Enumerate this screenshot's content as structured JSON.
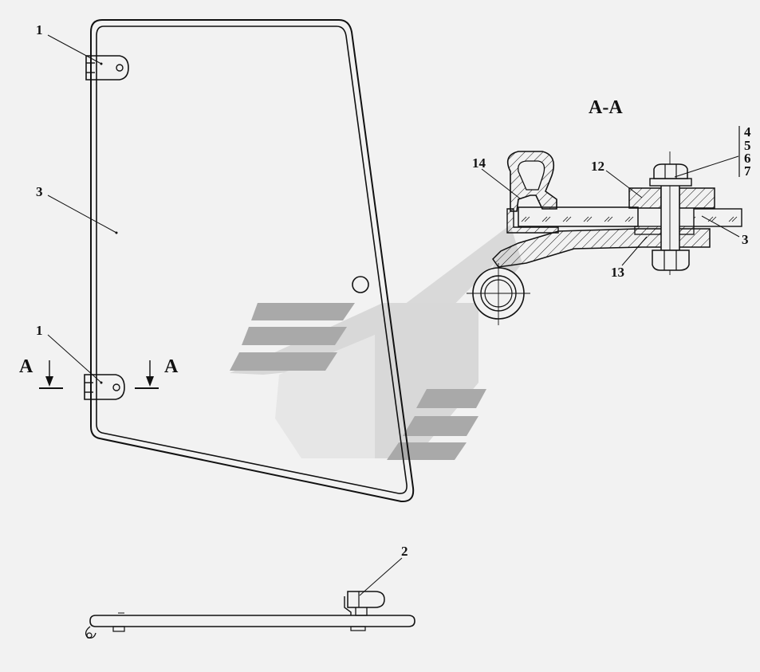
{
  "diagram": {
    "section_title": "A-A",
    "section_marks": [
      "A",
      "A"
    ],
    "callouts": {
      "hinge_top": "1",
      "hinge_bottom": "1",
      "glass_front": "3",
      "latch": "2",
      "seal": "14",
      "spacer_top": "12",
      "spacer_bottom": "13",
      "glass_section": "3",
      "fastener_stack": [
        "4",
        "5",
        "6",
        "7"
      ]
    },
    "colors": {
      "line": "#111111",
      "background": "#f2f2f2",
      "watermark": "#c9c9c9",
      "watermark_dark": "#a9a9a9",
      "beam": "#d4d4d4"
    }
  }
}
